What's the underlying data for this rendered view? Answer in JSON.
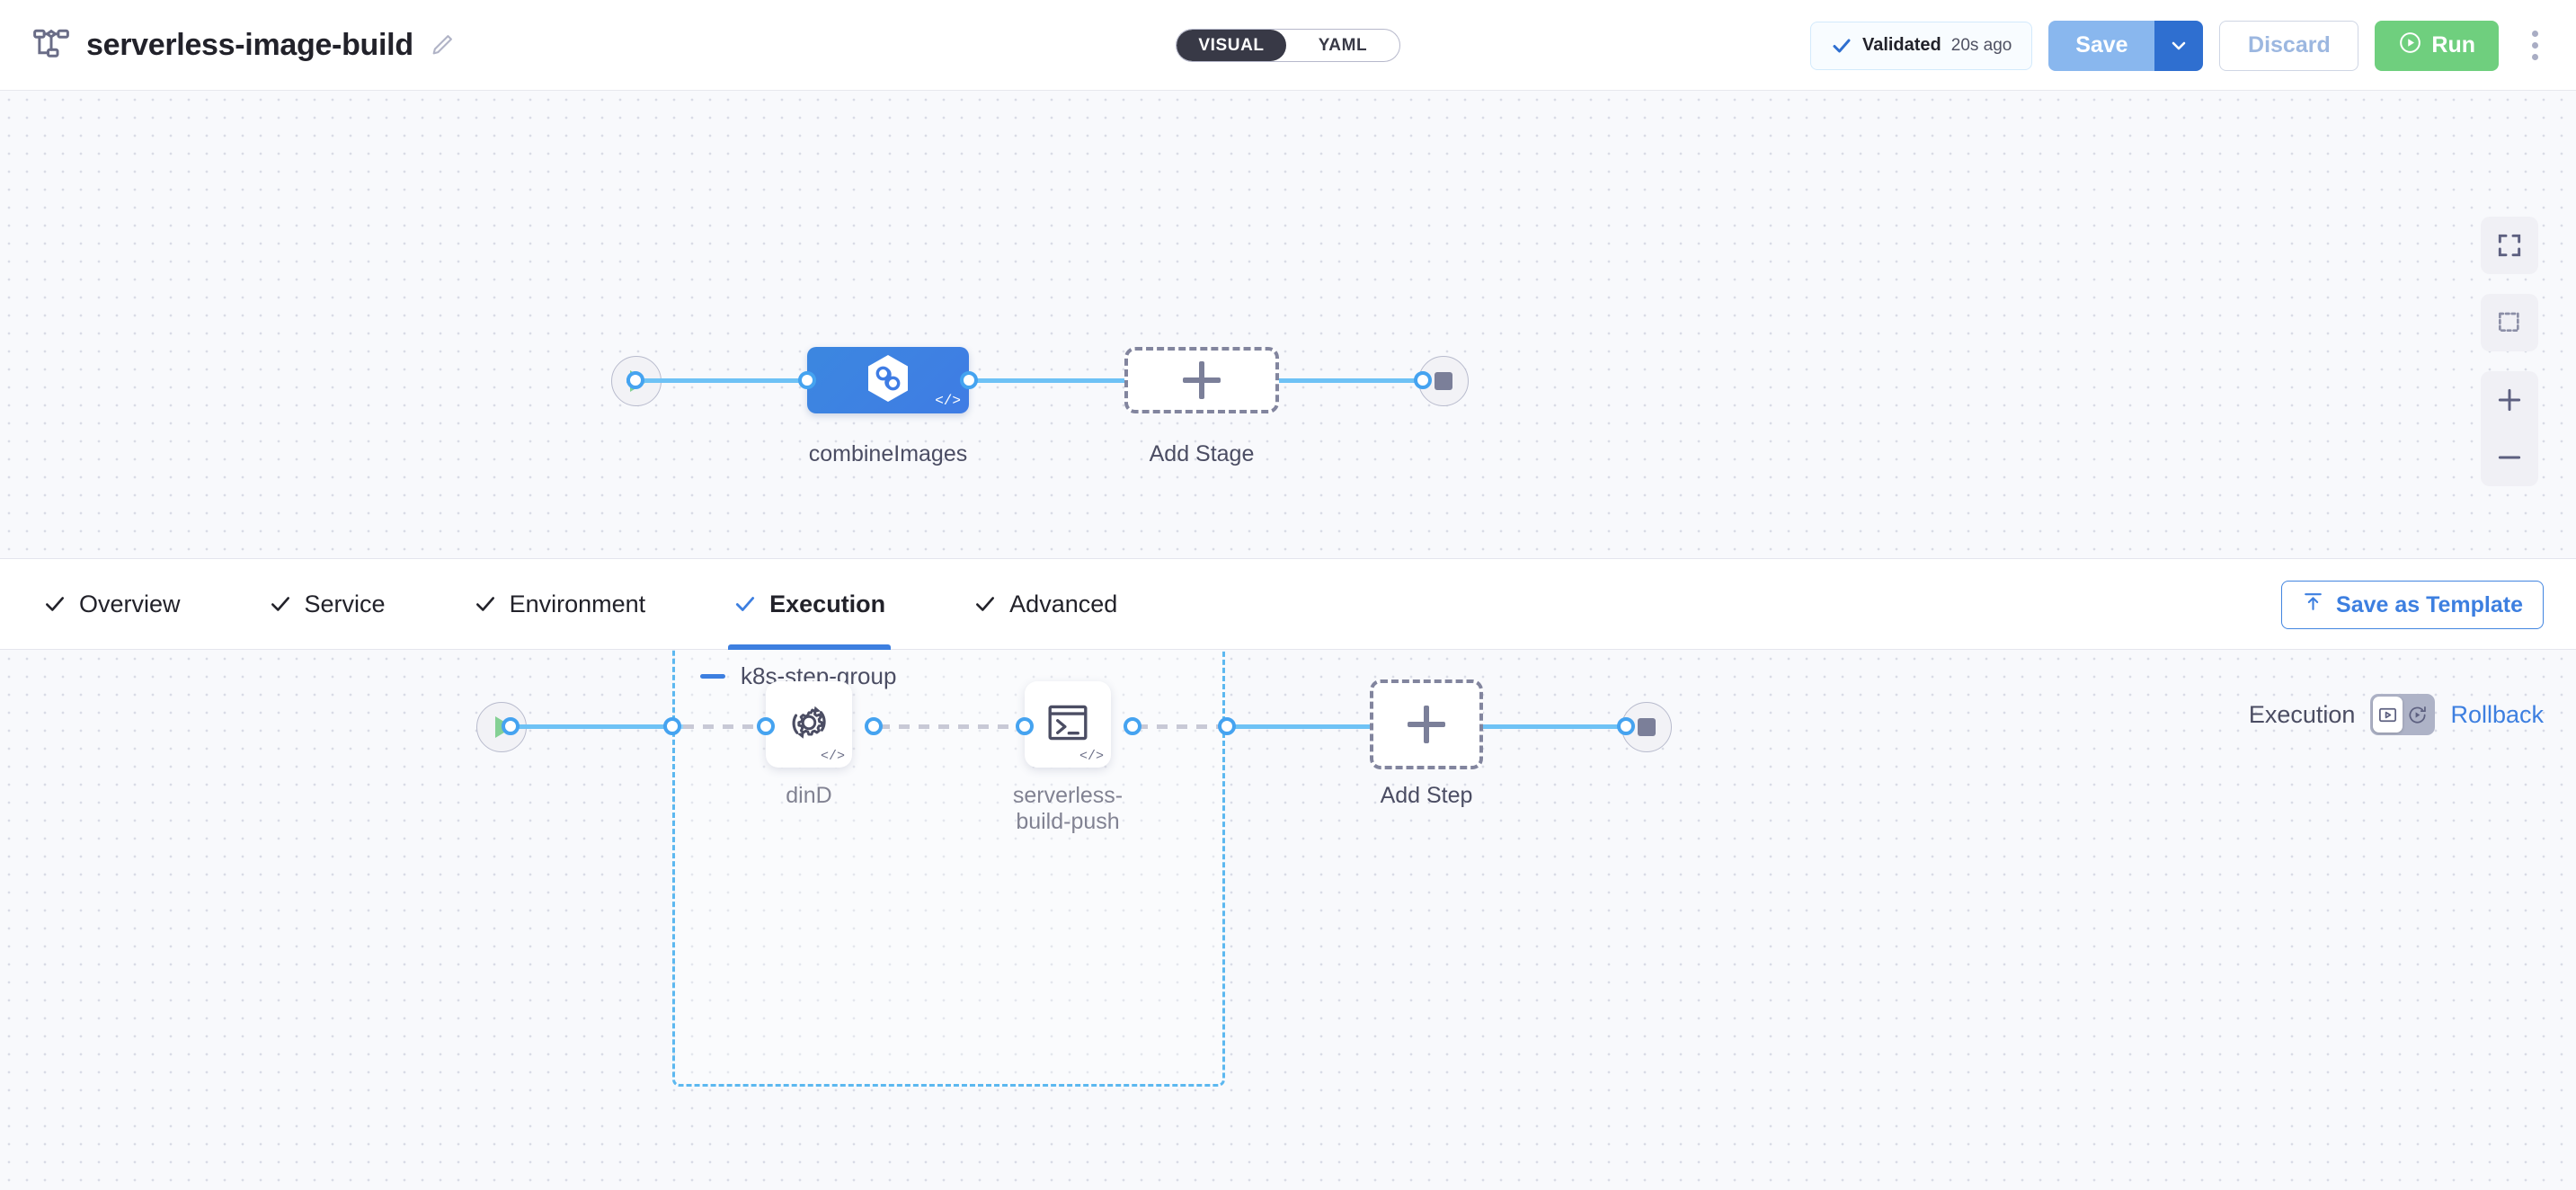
{
  "header": {
    "pipeline_icon": "pipeline-icon",
    "title": "serverless-image-build",
    "edit_icon": "pencil-icon",
    "mode_toggle": {
      "active": "VISUAL",
      "inactive": "YAML"
    },
    "validated": {
      "icon": "check-icon",
      "label": "Validated",
      "time": "20s ago"
    },
    "save_label": "Save",
    "save_caret_icon": "chevron-down-icon",
    "discard_label": "Discard",
    "run_label": "Run",
    "run_icon": "play-circle-icon",
    "more_icon": "kebab-menu-icon"
  },
  "stage_canvas": {
    "start_icon": "play-icon",
    "end_icon": "stop-icon",
    "stage": {
      "label": "combineImages",
      "icon": "harness-ci-hexagon-icon",
      "code_badge": "</>"
    },
    "add_stage": {
      "label": "Add Stage",
      "icon": "plus-icon"
    },
    "controls": [
      {
        "name": "fit-to-screen-icon"
      },
      {
        "name": "selection-box-icon"
      },
      {
        "name": "zoom-in-icon"
      },
      {
        "name": "zoom-out-icon"
      }
    ]
  },
  "tabs": [
    {
      "label": "Overview",
      "icon": "check-icon",
      "active": false
    },
    {
      "label": "Service",
      "icon": "check-icon",
      "active": false
    },
    {
      "label": "Environment",
      "icon": "check-icon",
      "active": false
    },
    {
      "label": "Execution",
      "icon": "check-icon",
      "active": true
    },
    {
      "label": "Advanced",
      "icon": "check-icon",
      "active": false
    }
  ],
  "save_as_template": {
    "label": "Save as Template",
    "icon": "upload-template-icon"
  },
  "exec_bar": {
    "execution_label": "Execution",
    "rollback_label": "Rollback",
    "execution_icon": "execution-icon",
    "rollback_icon": "rollback-icon"
  },
  "step_canvas": {
    "start_icon": "play-icon",
    "end_icon": "stop-icon",
    "step_group": {
      "title": "k8s-step-group",
      "collapse_icon": "collapse-icon",
      "steps": [
        {
          "label": "dinD",
          "icon": "gear-rotate-icon",
          "code_badge": "</>"
        },
        {
          "label": "serverless-\nbuild-push",
          "icon": "terminal-icon",
          "code_badge": "</>"
        }
      ]
    },
    "add_step": {
      "label": "Add Step",
      "icon": "plus-icon"
    }
  },
  "colors": {
    "accent_blue": "#3d7fe0",
    "edge_blue": "#6ec2f5",
    "stage_blue": "#3f7ce4",
    "run_green": "#6fcf7e",
    "canvas_bg": "#f8f9fc",
    "group_dash": "#5cb8f0"
  }
}
